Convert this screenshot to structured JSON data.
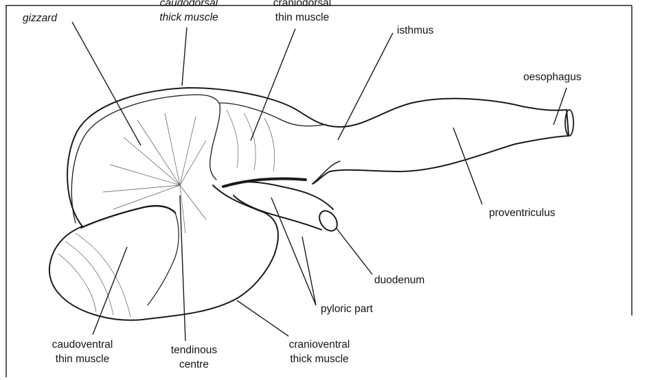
{
  "labels": {
    "gizzard": "gizzard",
    "caudodorsal": [
      "caudodorsal",
      "thick muscle"
    ],
    "craniodorsal": [
      "craniodorsal",
      "thin muscle"
    ],
    "isthmus": "isthmus",
    "oesophagus": "oesophagus",
    "proventriculus": "proventriculus",
    "duodenum": "duodenum",
    "pyloric": "pyloric part",
    "craniovental": [
      "cranioventral",
      "thick muscle"
    ],
    "tendinous": [
      "tendinous",
      "centre"
    ],
    "caudoventral": [
      "caudoventral",
      "thin muscle"
    ]
  },
  "colors": {
    "ink": "#1a1a1a",
    "paper": "#ffffff"
  }
}
